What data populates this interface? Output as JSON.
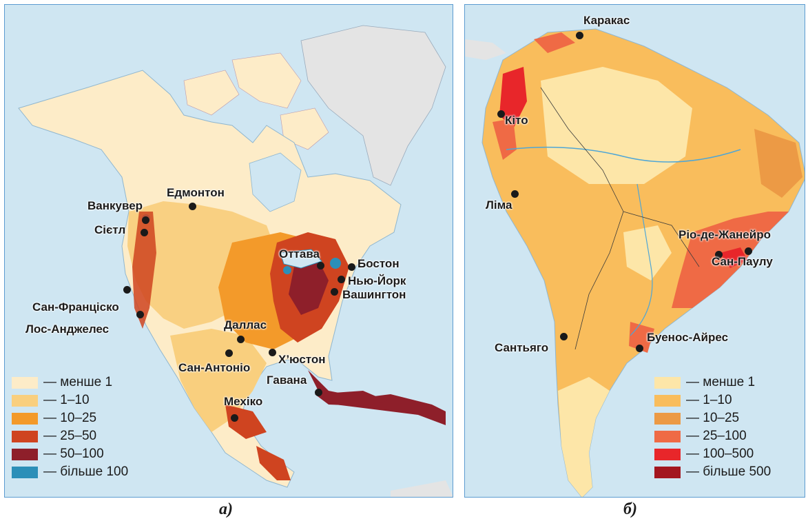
{
  "panel_a": {
    "caption": "а)",
    "cities": [
      {
        "key": "edmonton",
        "name": "Едмонтон"
      },
      {
        "key": "vancouver",
        "name": "Ванкувер"
      },
      {
        "key": "seattle",
        "name": "Сієтл"
      },
      {
        "key": "ottawa",
        "name": "Оттава"
      },
      {
        "key": "boston",
        "name": "Бостон"
      },
      {
        "key": "newyork",
        "name": "Нью-Йорк"
      },
      {
        "key": "washington",
        "name": "Вашингтон"
      },
      {
        "key": "sanfrancisco",
        "name": "Сан-Франціско"
      },
      {
        "key": "losangeles",
        "name": "Лос-Анджелес"
      },
      {
        "key": "dallas",
        "name": "Даллас"
      },
      {
        "key": "sanantonio",
        "name": "Сан-Антоніо"
      },
      {
        "key": "houston",
        "name": "Х’юстон"
      },
      {
        "key": "havana",
        "name": "Гавана"
      },
      {
        "key": "mexico",
        "name": "Мехіко"
      }
    ],
    "legend": [
      {
        "label": "— менше 1",
        "color": "#fdecc8"
      },
      {
        "label": "— 1–10",
        "color": "#f9cf7e"
      },
      {
        "label": "— 10–25",
        "color": "#f39a2a"
      },
      {
        "label": "— 25–50",
        "color": "#cf4420"
      },
      {
        "label": "— 50–100",
        "color": "#8e1f2a"
      },
      {
        "label": "— більше 100",
        "color": "#2c8fb8"
      }
    ]
  },
  "panel_b": {
    "caption": "б)",
    "cities": [
      {
        "key": "caracas",
        "name": "Каракас"
      },
      {
        "key": "quito",
        "name": "Кіто"
      },
      {
        "key": "lima",
        "name": "Ліма"
      },
      {
        "key": "rio",
        "name": "Ріо-де-Жанейро"
      },
      {
        "key": "saopaulo",
        "name": "Сан-Паулу"
      },
      {
        "key": "santiago",
        "name": "Сантьяго"
      },
      {
        "key": "buenosaires",
        "name": "Буенос-Айрес"
      }
    ],
    "legend": [
      {
        "label": "— менше 1",
        "color": "#fde6a8"
      },
      {
        "label": "— 1–10",
        "color": "#f9bd5c"
      },
      {
        "label": "— 10–25",
        "color": "#ec9a45"
      },
      {
        "label": "— 25–100",
        "color": "#ef6a45"
      },
      {
        "label": "— 100–500",
        "color": "#e8262a"
      },
      {
        "label": "— більше 500",
        "color": "#a3161f"
      }
    ]
  },
  "colors": {
    "water": "#cfe6f2",
    "land_other": "#e4e4e4",
    "border": "#5b9bd0",
    "river": "#4ea6d6"
  }
}
